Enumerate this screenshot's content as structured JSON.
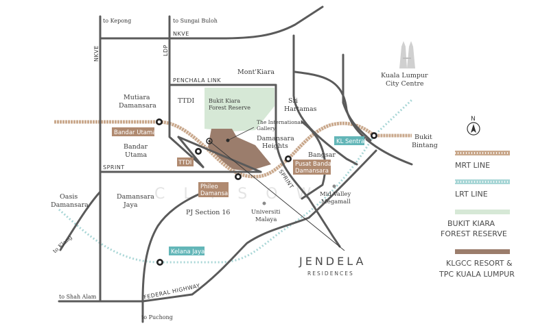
{
  "colors": {
    "road": "#5a5a5a",
    "mrt": "#c9a88c",
    "lrt": "#a8d6d6",
    "forest": "#d6e8d6",
    "klgcc": "#9b7d6c",
    "tag_brown": "#b08a70",
    "tag_teal": "#63b6b8"
  },
  "roads": {
    "nkve": "NKVE",
    "ldp": "LDP",
    "penchala": "PENCHALA LINK",
    "sprint_west": "SPRINT",
    "sprint_east": "SPRINT",
    "federal": "FEDERAL HIGHWAY"
  },
  "directions": {
    "kepong": "to Kepong",
    "sungai_buloh": "to Sungai Buloh",
    "klang": "to Klang",
    "shah_alam": "to Shah Alam",
    "puchong": "to Puchong"
  },
  "places": {
    "mont_kiara": "Mont'Kiara",
    "ttdi": "TTDI",
    "mutiara_1": "Mutiara",
    "mutiara_2": "Damansara",
    "sri_hartamas_1": "Sri",
    "sri_hartamas_2": "Hartamas",
    "bandar_utama_1": "Bandar",
    "bandar_utama_2": "Utama",
    "damansara_heights_1": "Damansara",
    "damansara_heights_2": "Heights",
    "bangsar": "Bangsar",
    "oasis_1": "Oasis",
    "oasis_2": "Damansara",
    "damansara_jaya_1": "Damansara",
    "damansara_jaya_2": "Jaya",
    "pj16": "PJ Section 16",
    "um_1": "Universiti",
    "um_2": "Malaya",
    "midvalley_1": "Mid Valley",
    "midvalley_2": "Megamall",
    "klcc_1": "Kuala Lumpur",
    "klcc_2": "City Centre",
    "bukit_bintang_1": "Bukit",
    "bukit_bintang_2": "Bintang",
    "forest_1": "Bukit Kiara",
    "forest_2": "Forest Reserve",
    "gallery_1": "The International",
    "gallery_2": "Gallery"
  },
  "stations": {
    "bandar_utama": "Bandar Utama",
    "ttdi": "TTDI",
    "phileo_1": "Phileo",
    "phileo_2": "Damansara",
    "pbd_1": "Pusat Bandar",
    "pbd_2": "Damansara",
    "kl_sentral": "KL Sentral",
    "kelana_jaya": "Kelana Jaya"
  },
  "compass": "N",
  "watermark": "C L F S O W",
  "brand": {
    "name": "JENDELA",
    "sub": "RESIDENCES"
  },
  "legend": [
    {
      "key": "mrt",
      "line1": "MRT LINE",
      "line2": ""
    },
    {
      "key": "lrt",
      "line1": "LRT LINE",
      "line2": ""
    },
    {
      "key": "forest",
      "line1": "BUKIT KIARA",
      "line2": "FOREST RESERVE"
    },
    {
      "key": "klgcc",
      "line1": "KLGCC RESORT &",
      "line2": "TPC KUALA LUMPUR"
    }
  ]
}
